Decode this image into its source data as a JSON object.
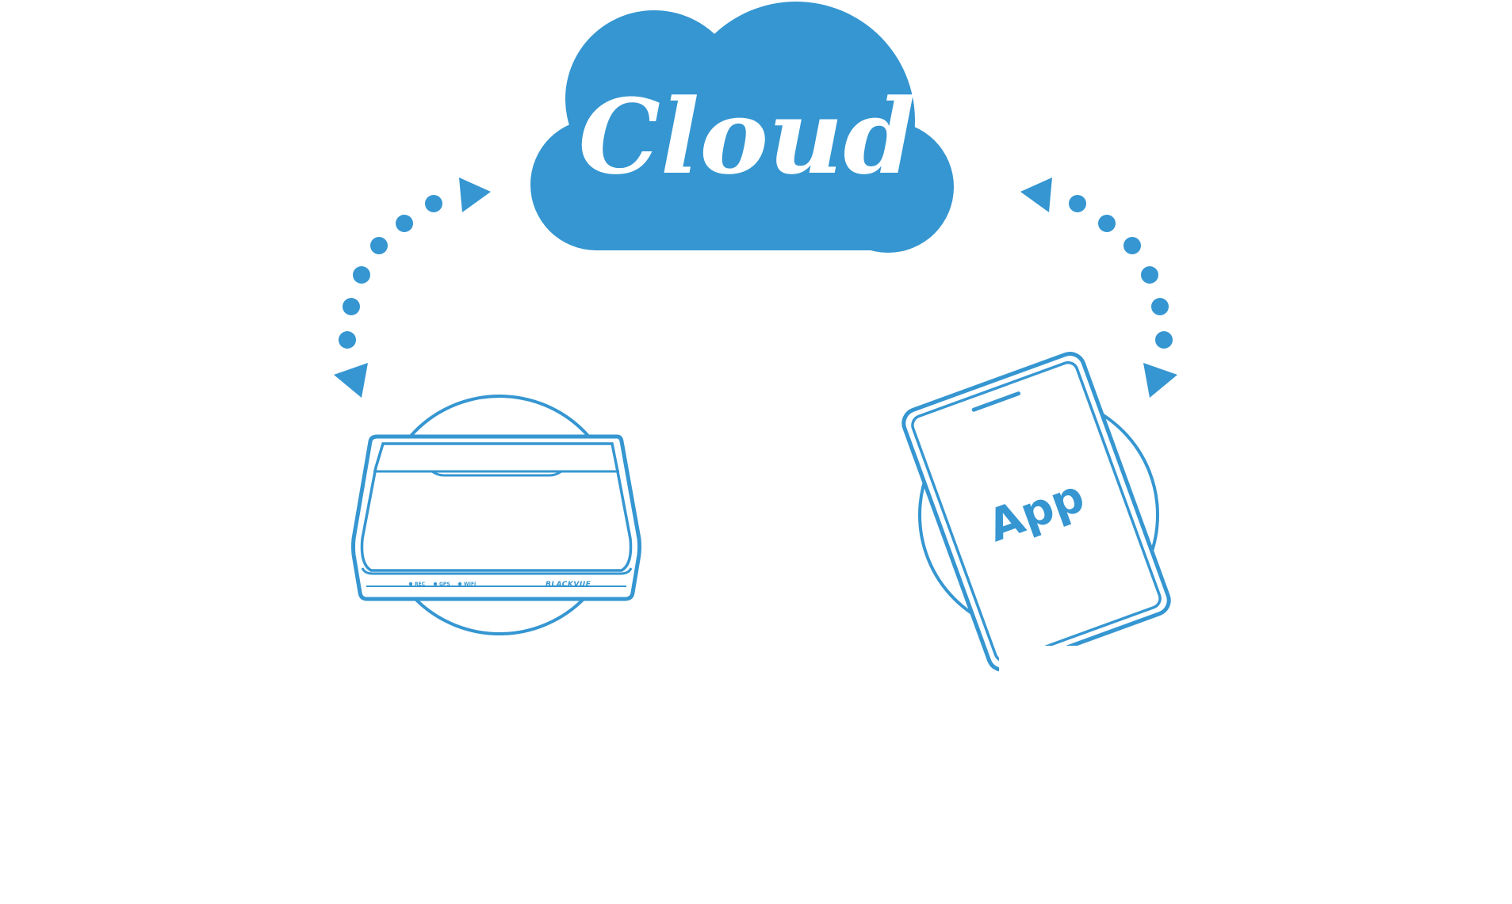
{
  "diagram": {
    "accent_color": "#3596d1",
    "background_color": "#ffffff",
    "cloud": {
      "label": "Cloud",
      "icon": "cloud-icon"
    },
    "dashcam": {
      "icon": "dashcam-icon",
      "brand": "BLACKVUE",
      "leds": [
        "REC",
        "GPS",
        "WIFI"
      ]
    },
    "phone": {
      "icon": "smartphone-icon",
      "label": "App"
    },
    "connections": [
      {
        "from": "cloud",
        "to": "dashcam",
        "style": "dotted-arrow",
        "icon": "bidirectional-arrow-icon"
      },
      {
        "from": "cloud",
        "to": "phone",
        "style": "dotted-arrow",
        "icon": "bidirectional-arrow-icon"
      }
    ]
  }
}
